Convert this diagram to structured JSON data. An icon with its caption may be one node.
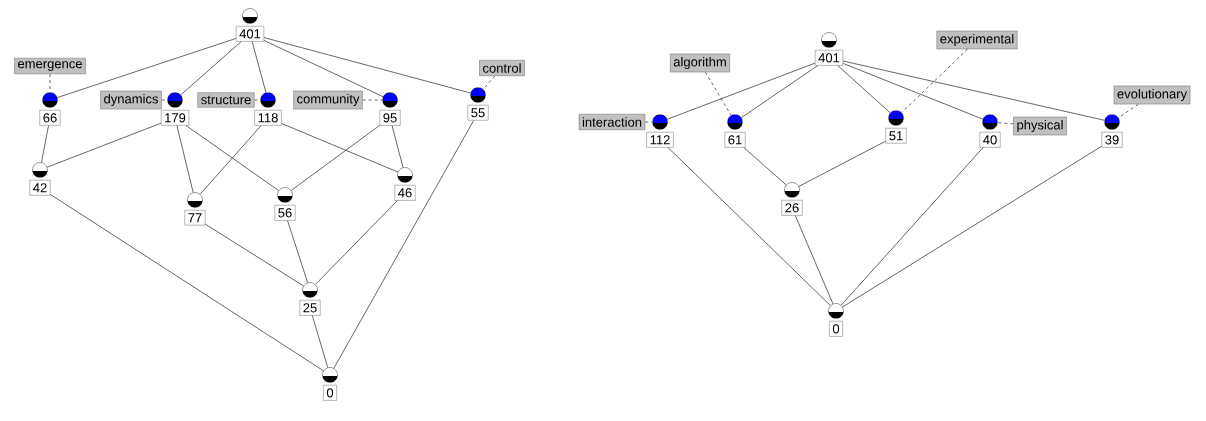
{
  "diagram": {
    "nodes": [
      {
        "text": [
          "401"
        ]
      },
      {
        "text": [
          "emergence"
        ]
      },
      {
        "text": [
          "dynamics"
        ]
      },
      {
        "text": [
          "structure"
        ]
      },
      {
        "text": [
          "community"
        ]
      },
      {
        "text": [
          "control"
        ]
      },
      {
        "text": [
          "66"
        ]
      },
      {
        "text": [
          "179"
        ]
      },
      {
        "text": [
          "118"
        ]
      },
      {
        "text": [
          "95"
        ]
      },
      {
        "text": [
          "55"
        ]
      },
      {
        "text": [
          "42"
        ]
      },
      {
        "text": [
          "46"
        ]
      },
      {
        "text": [
          "56"
        ]
      },
      {
        "text": [
          "77"
        ]
      },
      {
        "text": [
          "25"
        ]
      },
      {
        "text": [
          "0"
        ]
      },
      {
        "text": [
          "401"
        ]
      },
      {
        "text": [
          "experimental"
        ]
      },
      {
        "text": [
          "algorithm"
        ]
      },
      {
        "text": [
          "interaction"
        ]
      },
      {
        "text": [
          "physical"
        ]
      },
      {
        "text": [
          "evolutionary"
        ]
      },
      {
        "text": [
          "112"
        ]
      },
      {
        "text": [
          "61"
        ]
      },
      {
        "text": [
          "51"
        ]
      },
      {
        "text": [
          "40"
        ]
      },
      {
        "text": [
          "39"
        ]
      },
      {
        "text": [
          "26"
        ]
      },
      {
        "text": [
          "0"
        ]
      }
    ],
    "edges": [
      {
        "from": 1,
        "to": 6,
        "arrow": "none",
        "style": "dashed"
      },
      {
        "from": 2,
        "to": 7,
        "arrow": "none",
        "style": "dashed"
      },
      {
        "from": 3,
        "to": 8,
        "arrow": "none",
        "style": "dashed"
      },
      {
        "from": 4,
        "to": 9,
        "arrow": "none",
        "style": "dashed"
      },
      {
        "from": 5,
        "to": 10,
        "arrow": "none",
        "style": "dashed"
      },
      {
        "from": 0,
        "to": 6,
        "arrow": "none"
      },
      {
        "from": 0,
        "to": 7,
        "arrow": "none"
      },
      {
        "from": 0,
        "to": 8,
        "arrow": "none"
      },
      {
        "from": 0,
        "to": 9,
        "arrow": "none"
      },
      {
        "from": 0,
        "to": 10,
        "arrow": "none"
      },
      {
        "from": 6,
        "to": 11,
        "arrow": "none"
      },
      {
        "from": 7,
        "to": 11,
        "arrow": "none"
      },
      {
        "from": 7,
        "to": 14,
        "arrow": "none"
      },
      {
        "from": 7,
        "to": 13,
        "arrow": "none"
      },
      {
        "from": 8,
        "to": 14,
        "arrow": "none"
      },
      {
        "from": 8,
        "to": 12,
        "arrow": "none"
      },
      {
        "from": 9,
        "to": 13,
        "arrow": "none"
      },
      {
        "from": 9,
        "to": 12,
        "arrow": "none"
      },
      {
        "from": 11,
        "to": 16,
        "arrow": "none"
      },
      {
        "from": 14,
        "to": 15,
        "arrow": "none"
      },
      {
        "from": 13,
        "to": 15,
        "arrow": "none"
      },
      {
        "from": 12,
        "to": 15,
        "arrow": "none"
      },
      {
        "from": 15,
        "to": 16,
        "arrow": "none"
      },
      {
        "from": 10,
        "to": 16,
        "arrow": "none"
      },
      {
        "from": 18,
        "to": 25,
        "arrow": "none",
        "style": "dashed"
      },
      {
        "from": 19,
        "to": 24,
        "arrow": "none",
        "style": "dashed"
      },
      {
        "from": 20,
        "to": 23,
        "arrow": "none",
        "style": "dashed"
      },
      {
        "from": 21,
        "to": 26,
        "arrow": "none",
        "style": "dashed"
      },
      {
        "from": 22,
        "to": 27,
        "arrow": "none",
        "style": "dashed"
      },
      {
        "from": 17,
        "to": 23,
        "arrow": "none"
      },
      {
        "from": 17,
        "to": 24,
        "arrow": "none"
      },
      {
        "from": 17,
        "to": 25,
        "arrow": "none"
      },
      {
        "from": 17,
        "to": 26,
        "arrow": "none"
      },
      {
        "from": 17,
        "to": 27,
        "arrow": "none"
      },
      {
        "from": 24,
        "to": 28,
        "arrow": "none"
      },
      {
        "from": 25,
        "to": 28,
        "arrow": "none"
      },
      {
        "from": 23,
        "to": 29,
        "arrow": "none"
      },
      {
        "from": 28,
        "to": 29,
        "arrow": "none"
      },
      {
        "from": 26,
        "to": 29,
        "arrow": "none"
      },
      {
        "from": 27,
        "to": 29,
        "arrow": "none"
      }
    ]
  }
}
